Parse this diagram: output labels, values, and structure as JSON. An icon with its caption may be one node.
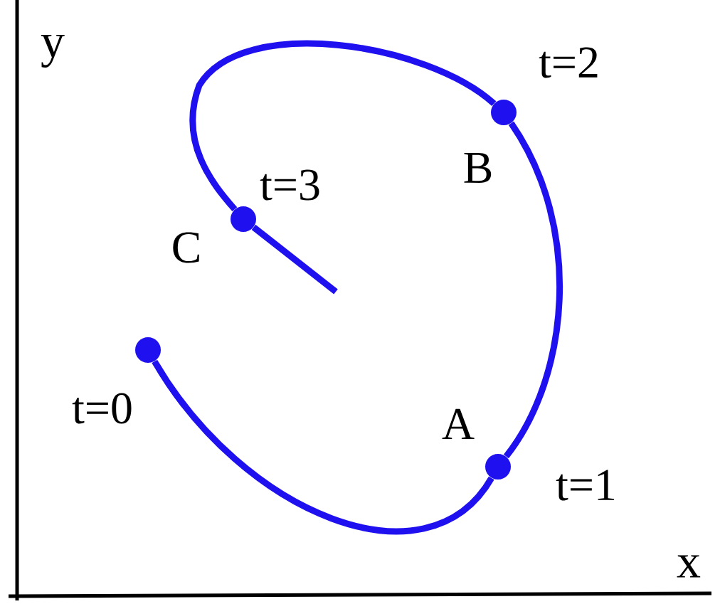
{
  "diagram": {
    "nodes": [
      {
        "text": [],
        "shape": "circle",
        "beside": [
          "t=0"
        ]
      },
      {
        "text": [],
        "shape": "circle",
        "beside": [
          "A",
          "t=1"
        ]
      },
      {
        "text": [],
        "shape": "circle",
        "beside": [
          "B",
          "t=2"
        ]
      },
      {
        "text": [],
        "shape": "circle",
        "beside": [
          "C",
          "t=3"
        ]
      }
    ],
    "edges": [
      {
        "from": 0,
        "to": 1,
        "arrow": "none"
      },
      {
        "from": 1,
        "to": 2,
        "arrow": "none"
      },
      {
        "from": 2,
        "to": 3,
        "arrow": "none"
      },
      {
        "from": 3,
        "to": null,
        "arrow": "none"
      }
    ],
    "labels": [
      "y",
      "x"
    ]
  }
}
